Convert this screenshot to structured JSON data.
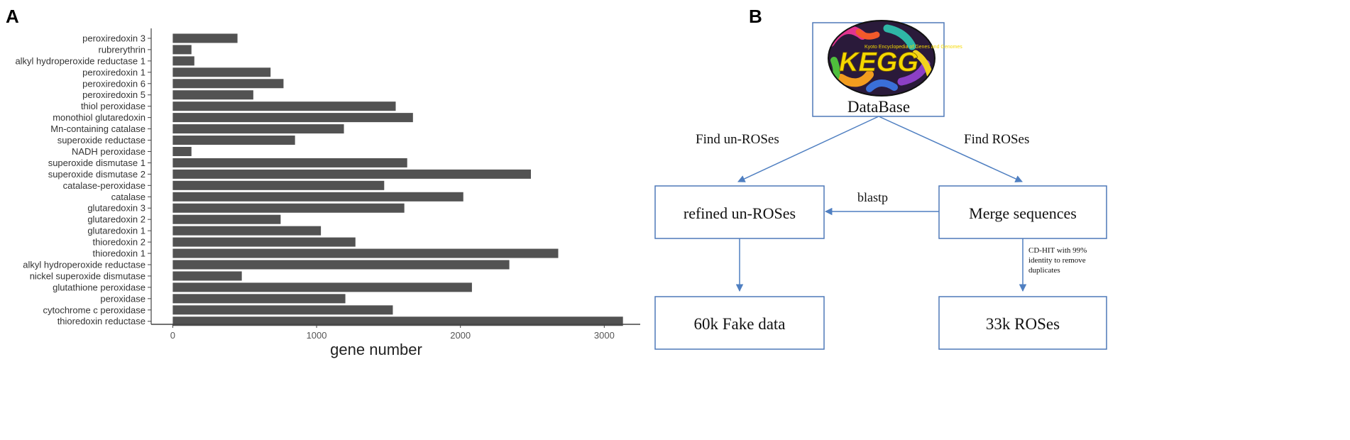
{
  "panels": {
    "a": "A",
    "b": "B"
  },
  "chart_data": {
    "type": "bar",
    "orientation": "horizontal",
    "categories": [
      "peroxiredoxin 3",
      "rubrerythrin",
      "alkyl hydroperoxide reductase 1",
      "peroxiredoxin 1",
      "peroxiredoxin 6",
      "peroxiredoxin 5",
      "thiol peroxidase",
      "monothiol glutaredoxin",
      "Mn-containing catalase",
      "superoxide reductase",
      "NADH peroxidase",
      "superoxide dismutase 1",
      "superoxide dismutase 2",
      "catalase-peroxidase",
      "catalase",
      "glutaredoxin 3",
      "glutaredoxin 2",
      "glutaredoxin 1",
      "thioredoxin 2",
      "thioredoxin 1",
      "alkyl hydroperoxide reductase",
      "nickel superoxide dismutase",
      "glutathione peroxidase",
      "peroxidase",
      "cytochrome c peroxidase",
      "thioredoxin reductase"
    ],
    "values": [
      450,
      130,
      150,
      680,
      770,
      560,
      1550,
      1670,
      1190,
      850,
      130,
      1630,
      2490,
      1470,
      2020,
      1610,
      750,
      1030,
      1270,
      2680,
      2340,
      480,
      2080,
      1200,
      1530,
      3130
    ],
    "xlabel": "gene number",
    "ylabel": "",
    "xlim": [
      -150,
      3250
    ],
    "xticks": [
      0,
      1000,
      2000,
      3000
    ],
    "bar_color": "#525252",
    "grid": false
  },
  "flowchart": {
    "logo_text": "Kyoto Encyclopedia of Genes and Genomes",
    "logo_letters": "KEGG",
    "database_label": "DataBase",
    "edge_find_unroses": "Find un-ROSes",
    "edge_find_roses": "Find ROSes",
    "refined_label": "refined un-ROSes",
    "merge_label": "Merge sequences",
    "blastp_label": "blastp",
    "cdhit_label": [
      "CD-HIT with 99%",
      "identity to remove",
      "duplicates"
    ],
    "fake_label": "60k Fake data",
    "roses_label": "33k ROSes",
    "box_color": "#4e79b8",
    "arrow_color": "#4f7fc1"
  }
}
